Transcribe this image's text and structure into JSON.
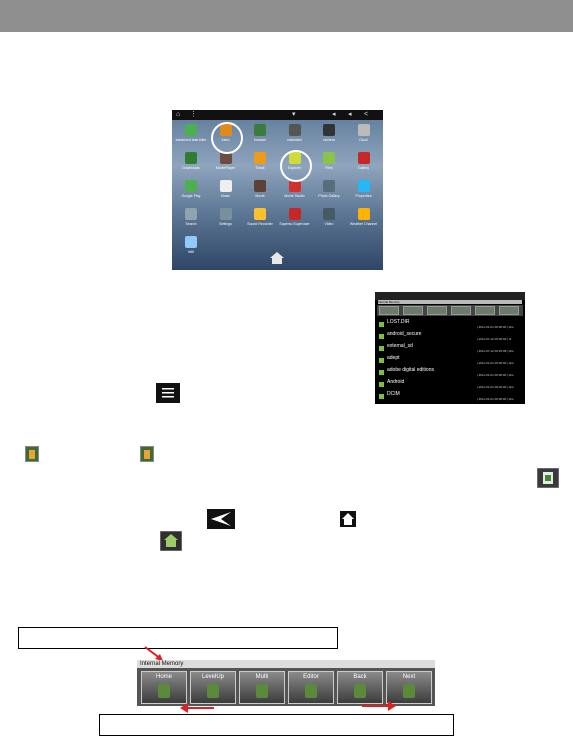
{
  "header": {
    "bar_color": "#8f8f8f"
  },
  "tablet_screenshot": {
    "apps": [
      {
        "label": "advanced task killer",
        "color": "#4caf50"
      },
      {
        "label": "Astro",
        "color": "#e08a1e"
      },
      {
        "label": "browser",
        "color": "#3a7d3a"
      },
      {
        "label": "calculator",
        "color": "#555555"
      },
      {
        "label": "camera",
        "color": "#333333"
      },
      {
        "label": "Clock",
        "color": "#bbbbbb"
      },
      {
        "label": "Downloads",
        "color": "#2e7d32"
      },
      {
        "label": "MoviePlayer",
        "color": "#6d4c41"
      },
      {
        "label": "Email",
        "color": "#ef9a1a"
      },
      {
        "label": "Explorer",
        "color": "#cddc39"
      },
      {
        "label": "Files",
        "color": "#8bc34a"
      },
      {
        "label": "Gallery",
        "color": "#c62828"
      },
      {
        "label": "Google Play",
        "color": "#4caf50"
      },
      {
        "label": "Music",
        "color": "#eeeeee"
      },
      {
        "label": "Movie",
        "color": "#5d4037"
      },
      {
        "label": "Movie Studio",
        "color": "#d32f2f"
      },
      {
        "label": "Photo Gallery",
        "color": "#546e7a"
      },
      {
        "label": "Properties",
        "color": "#29b6f6"
      },
      {
        "label": "Search",
        "color": "#90a4ae"
      },
      {
        "label": "Settings",
        "color": "#78909c"
      },
      {
        "label": "Sound Recorder",
        "color": "#fbc02d"
      },
      {
        "label": "Supersu Superuser",
        "color": "#c62828"
      },
      {
        "label": "Video",
        "color": "#455a64"
      },
      {
        "label": "Weather Channel",
        "color": "#ffb300"
      },
      {
        "label": "Wifi",
        "color": "#90caf9"
      }
    ]
  },
  "file_manager": {
    "path": "Internal Memory",
    "rows": [
      {
        "name": "LOST.DIR",
        "date": "| 2011-01-01 00:00:00 | drw"
      },
      {
        "name": "android_secure",
        "date": "| 2011-07-12 00:00:00 | dr"
      },
      {
        "name": "external_sd",
        "date": "| 2011-07-12 00:45:38 | drw"
      },
      {
        "name": "adept",
        "date": "| 2011-01-01 00:00:00 | drw"
      },
      {
        "name": "adobe digital editions",
        "date": "| 2011-01-01 00:00:00 | drw"
      },
      {
        "name": "Android",
        "date": "| 2011-01-01 00:02:00 | drw"
      },
      {
        "name": "DCIM",
        "date": "| 2011-01-01 00:00:00 | drw"
      }
    ]
  },
  "toolbar_image": {
    "title": "Internal Memory",
    "buttons": [
      "Home",
      "LevelUp",
      "Multi",
      "Editor",
      "Back",
      "Next"
    ]
  },
  "captions": {
    "box_top": "",
    "box_bottom": ""
  },
  "colors": {
    "arrow": "#e02020",
    "icon_green": "#3f6b2f"
  }
}
